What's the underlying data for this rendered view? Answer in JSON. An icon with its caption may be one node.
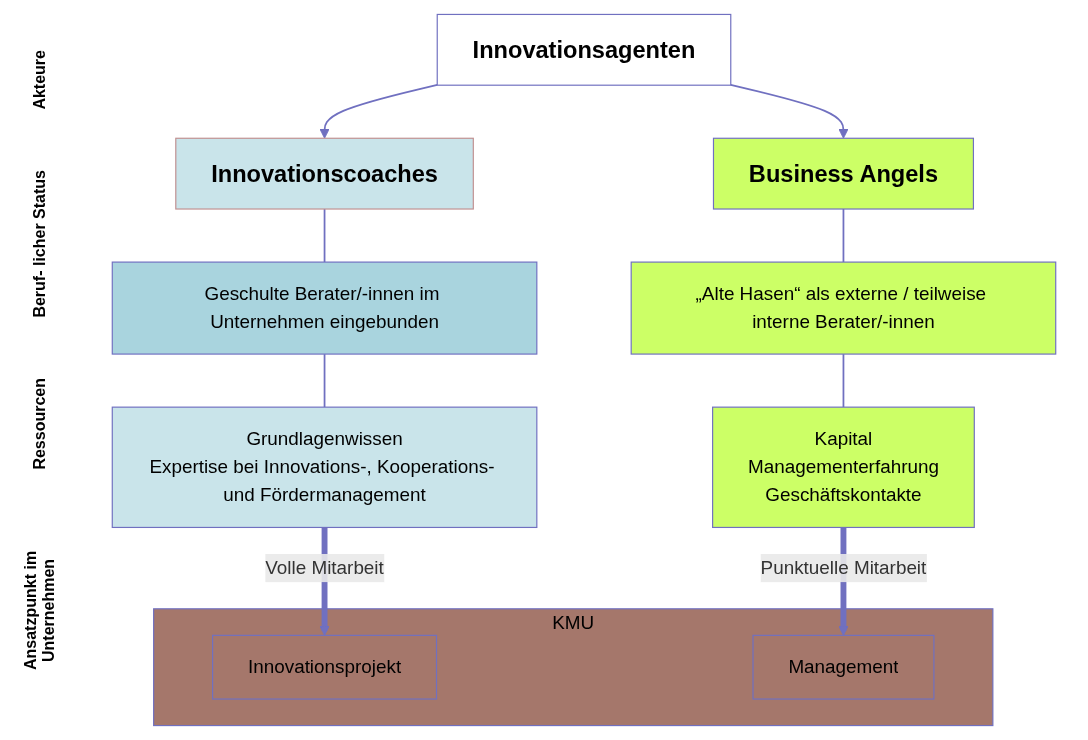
{
  "diagram": {
    "nodes": [
      {
        "text": [
          "Innovationsagenten"
        ]
      },
      {
        "text": [
          "Innovationscoaches"
        ]
      },
      {
        "text": [
          "Business Angels"
        ]
      },
      {
        "text": [
          "Geschulte Berater/-innen im Unternehmen eingebunden"
        ]
      },
      {
        "text": [
          "„Alte Hasen“ als externe / teilweise interne Berater/-innen"
        ]
      },
      {
        "text": [
          "Grundlagenwissen",
          "Expertise bei Innovations-, Kooperations- und Fördermanagement"
        ]
      },
      {
        "text": [
          "Kapital",
          "Managementerfahrung",
          "Geschäftskontakte"
        ]
      },
      {
        "text": [
          "KMU"
        ]
      },
      {
        "text": [
          "Innovationsprojekt"
        ],
        "in": 7
      },
      {
        "text": [
          "Management"
        ],
        "in": 7
      }
    ],
    "edges": [
      {
        "from": 0,
        "to": 1,
        "arrow": "to"
      },
      {
        "from": 0,
        "to": 2,
        "arrow": "to"
      },
      {
        "from": 1,
        "to": 3,
        "arrow": "none"
      },
      {
        "from": 2,
        "to": 4,
        "arrow": "none"
      },
      {
        "from": 3,
        "to": 5,
        "arrow": "none"
      },
      {
        "from": 4,
        "to": 6,
        "arrow": "none"
      },
      {
        "from": 5,
        "to": 8,
        "arrow": "to",
        "label": "Volle Mitarbeit",
        "style": "thick"
      },
      {
        "from": 6,
        "to": 9,
        "arrow": "to",
        "label": "Punktuelle Mitarbeit",
        "style": "thick"
      }
    ],
    "labels": [
      "Akteure",
      "Beruf- licher Status",
      "Ressourcen",
      "Ansatzpunkt im Unternehmen"
    ]
  }
}
